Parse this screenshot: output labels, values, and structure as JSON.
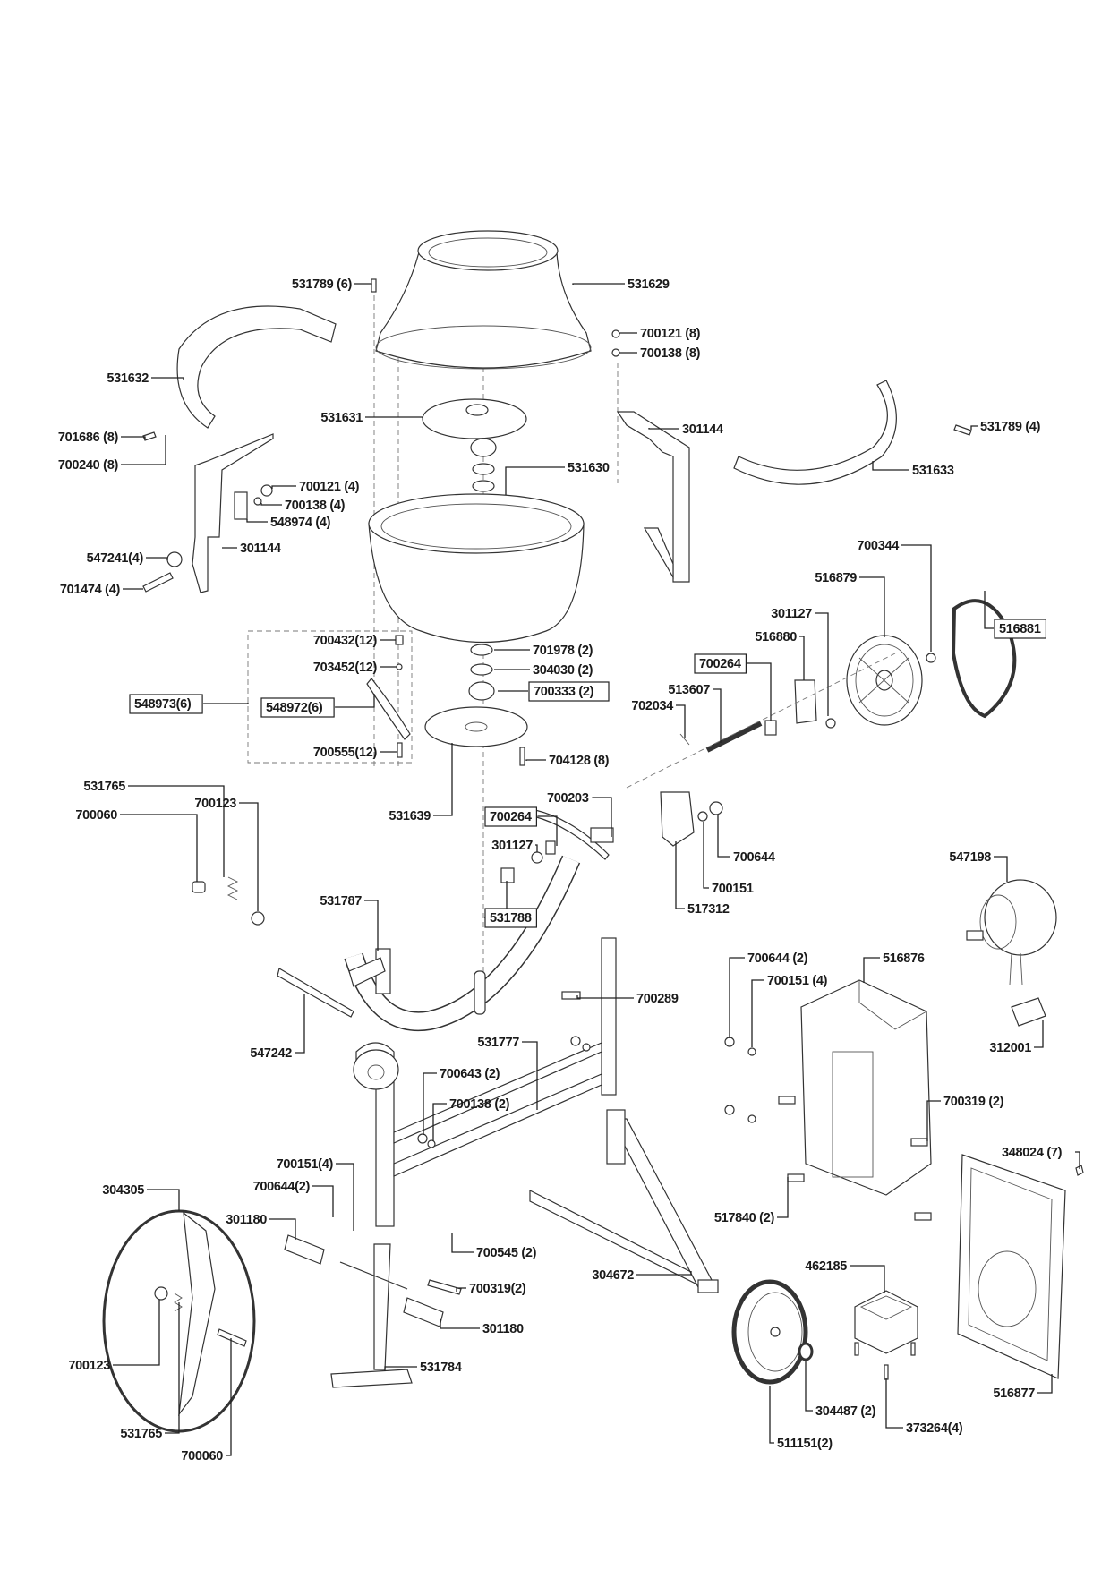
{
  "diagram": {
    "type": "exploded-parts-diagram",
    "labels": [
      "531789 (6)",
      "531629",
      "700121 (8)",
      "700138 (8)",
      "531632",
      "531631",
      "301144",
      "531789 (4)",
      "701686 (8)",
      "700240 (8)",
      "531630",
      "531633",
      "700121 (4)",
      "700138 (4)",
      "548974 (4)",
      "301144",
      "547241(4)",
      "701474 (4)",
      "700344",
      "516881",
      "516879",
      "301127",
      "516880",
      "700264",
      "513607",
      "702034",
      "700432(12)",
      "703452(12)",
      "701978 (2)",
      "304030 (2)",
      "700333 (2)",
      "548973(6)",
      "548972(6)",
      "700555(12)",
      "704128 (8)",
      "531765",
      "700123",
      "700060",
      "531639",
      "700203",
      "700264",
      "301127",
      "700644",
      "700151",
      "517312",
      "547198",
      "531788",
      "531787",
      "700644 (2)",
      "516876",
      "700151 (4)",
      "700289",
      "312001",
      "547242",
      "531777",
      "700643 (2)",
      "700319 (2)",
      "700138 (2)",
      "348024 (7)",
      "700151(4)",
      "304305",
      "700644(2)",
      "517840 (2)",
      "301180",
      "700545 (2)",
      "462185",
      "304672",
      "700319(2)",
      "301180",
      "700123",
      "531784",
      "516877",
      "304487 (2)",
      "531765",
      "373264(4)",
      "700060",
      "511151(2)"
    ]
  }
}
